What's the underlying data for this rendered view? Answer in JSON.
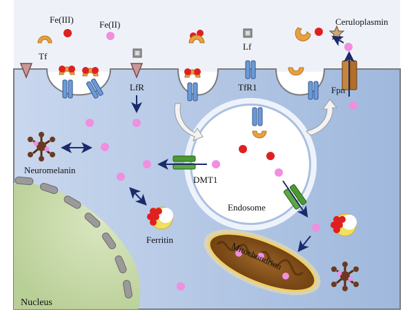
{
  "labels": {
    "fe3": "Fe(III)",
    "fe2": "Fe(II)",
    "tf": "Tf",
    "lf": "Lf",
    "lfr": "LfR",
    "tfr1": "TfR1",
    "ceruloplasmin": "Ceruloplasmin",
    "fpn": "Fpn",
    "neuromelanin": "Neuromelanin",
    "dmt1": "DMT1",
    "endosome": "Endosome",
    "ferritin": "Ferritin",
    "mitochondrion": "Mitochondrion",
    "nucleus": "Nucleus"
  },
  "colors": {
    "cytoplasm": "#b8cbe6",
    "extracellular": "#f4f6fa",
    "fe3_iron": "#e02020",
    "fe2_iron": "#f08ee0",
    "transferrin": "#e8a040",
    "receptor": "#5b8fd0",
    "dmt1": "#4a9a30",
    "ferritin": "#f0e060",
    "mitochondrion": "#7a4a18",
    "nucleus": "#c8dba8",
    "neuromelanin": "#6a3a20"
  }
}
